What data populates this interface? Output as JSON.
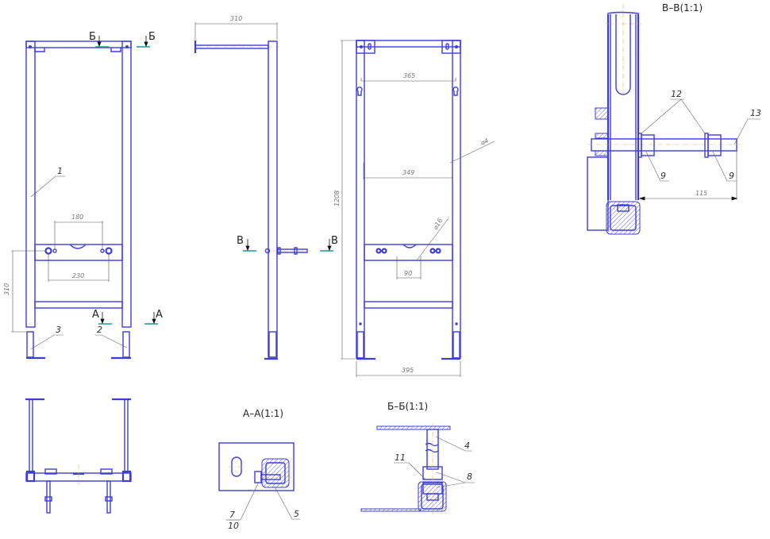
{
  "drawing": {
    "type": "technical-engineering-drawing",
    "subject": "installation mounting frame",
    "colors": {
      "outline": "#3d3dd8",
      "section_line": "#1a9a9a",
      "centerline": "#e8a860",
      "dimension": "#555555",
      "background": "#ffffff"
    },
    "views": {
      "front": {
        "section_markers": [
          "Б",
          "Б",
          "А",
          "А"
        ],
        "dimensions": {
          "hole_inner": "180",
          "hole_outer": "230",
          "height_to_holes": "310"
        },
        "part_labels": [
          "1",
          "2",
          "3"
        ]
      },
      "side": {
        "section_markers": [
          "В",
          "В"
        ],
        "dimensions": {
          "depth": "310"
        }
      },
      "rear": {
        "dimensions": {
          "top_width": "365",
          "mid_width": "349",
          "total_height": "1208",
          "bottom_width": "395",
          "center_spacing": "90",
          "diameter_large": "⌀16",
          "diameter_small": "⌀4"
        }
      },
      "top": {},
      "section_aa": {
        "title": "А–А(1:1)",
        "part_labels": [
          "7",
          "10",
          "5"
        ]
      },
      "section_bb": {
        "title": "Б–Б(1:1)",
        "part_labels": [
          "4",
          "11",
          "8"
        ]
      },
      "section_vv": {
        "title": "В–В(1:1)",
        "part_labels": [
          "12",
          "13",
          "9",
          "9"
        ],
        "dimensions": {
          "rod_length": "115"
        }
      }
    }
  }
}
